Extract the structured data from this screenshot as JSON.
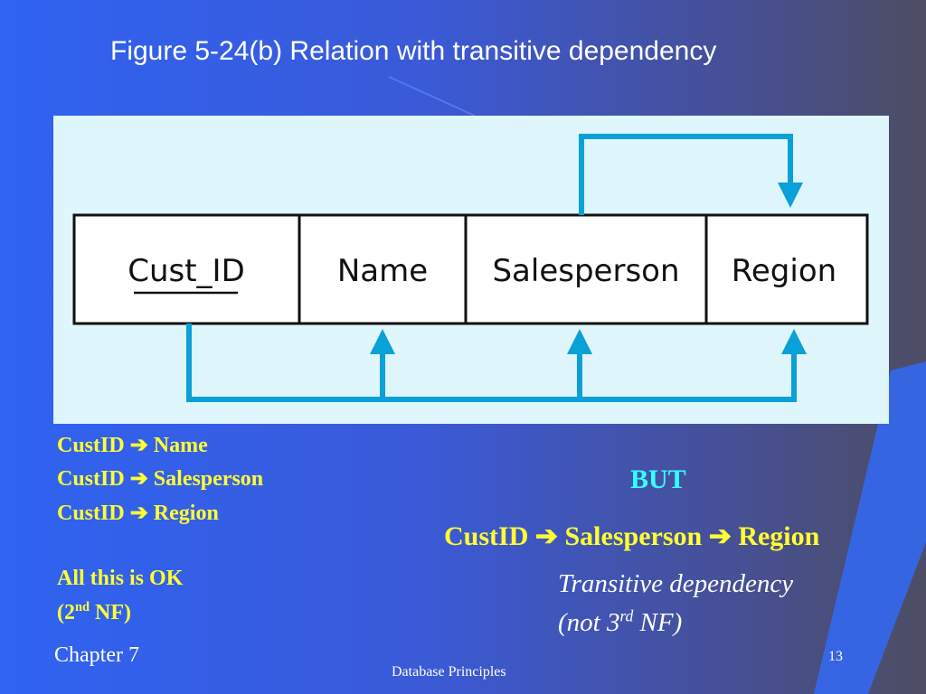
{
  "slide": {
    "title": "Figure 5-24(b) Relation with transitive dependency",
    "relation": {
      "attributes": [
        "Cust_ID",
        "Name",
        "Salesperson",
        "Region"
      ],
      "primary_key": "Cust_ID"
    },
    "dependencies": [
      {
        "lhs": "CustID",
        "rhs": "Name"
      },
      {
        "lhs": "CustID",
        "rhs": "Salesperson"
      },
      {
        "lhs": "CustID",
        "rhs": "Region"
      }
    ],
    "ok_note": {
      "line1": "All this is OK",
      "line2_pre": "(2",
      "line2_sup": "nd",
      "line2_post": " NF)"
    },
    "but_label": "BUT",
    "transitive_chain": [
      "CustID",
      "Salesperson",
      "Region"
    ],
    "transitive_note": {
      "line1": "Transitive dependency",
      "line2_pre": "(not 3",
      "line2_sup": "rd",
      "line2_post": " NF)"
    },
    "footer": {
      "chapter": "Chapter 7",
      "course": "Database Principles",
      "page": "13"
    },
    "colors": {
      "accent_yellow": "#ffff33",
      "accent_cyan": "#33ffff",
      "arrow_blue": "#0aa0d8"
    },
    "icons": {
      "arrow_glyph": "➔"
    }
  }
}
